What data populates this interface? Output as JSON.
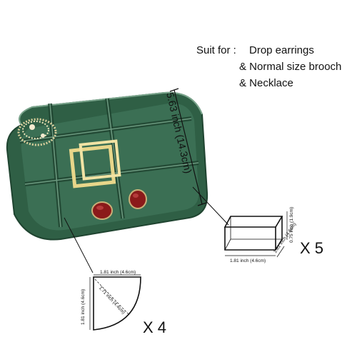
{
  "suit_for": {
    "heading": "Suit for :",
    "items": [
      "Drop earrings",
      "& Normal size brooch",
      "& Necklace"
    ]
  },
  "tray_dimension": "5.63 inch (14.3cm)",
  "box_compartment": {
    "width": "1.81 inch (4.6cm)",
    "depth": "1.81 inch (4.6cm)",
    "height": "0.75 inch (1.9cm)",
    "quantity": "X 5"
  },
  "corner_compartment": {
    "top": "1.81 inch (4.6cm)",
    "side": "1.81 inch (4.6cm)",
    "radius": "1.71 inch (4.4cm)",
    "quantity": "X 4"
  },
  "colors": {
    "tray": "#2f5f45",
    "tray_dark": "#1f4430",
    "tray_light": "#5d8a70",
    "gold": "#e8d68a",
    "stone": "#8b1a1a"
  }
}
